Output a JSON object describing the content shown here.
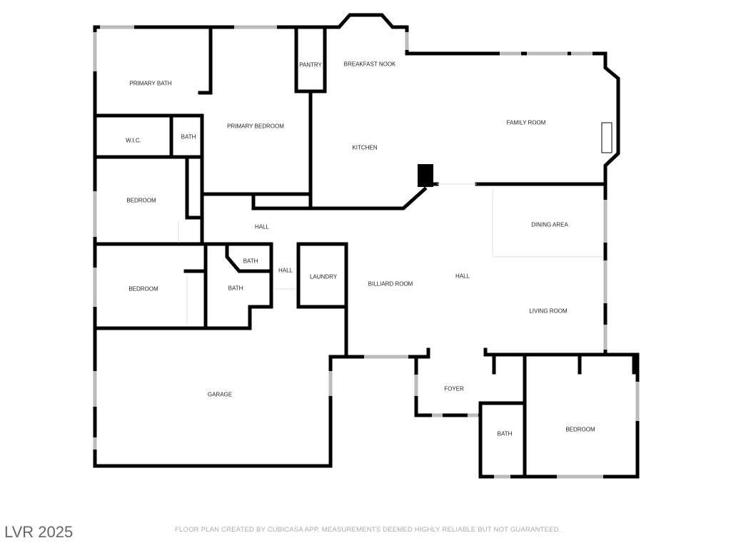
{
  "rooms": {
    "primary_bath": "PRIMARY BATH",
    "primary_bedroom": "PRIMARY BEDROOM",
    "pantry": "PANTRY",
    "breakfast_nook": "BREAKFAST NOOK",
    "family_room": "FAMILY ROOM",
    "wic": "W.I.C.",
    "bath_primary": "BATH",
    "kitchen": "KITCHEN",
    "bedroom_1": "BEDROOM",
    "hall_upper": "HALL",
    "dining_area": "DINING AREA",
    "bath_small": "BATH",
    "hall_small": "HALL",
    "laundry": "LAUNDRY",
    "bedroom_2": "BEDROOM",
    "bath_hall": "BATH",
    "billiard_room": "BILLIARD ROOM",
    "hall_center": "HALL",
    "living_room": "LIVING ROOM",
    "garage": "GARAGE",
    "foyer": "FOYER",
    "bath_foyer": "BATH",
    "bedroom_3": "BEDROOM"
  },
  "footer": {
    "brand": "LVR 2025",
    "disclaimer": "FLOOR PLAN CREATED BY CUBICASA APP. MEASUREMENTS DEEMED HIGHLY RELIABLE BUT NOT GUARANTEED."
  }
}
